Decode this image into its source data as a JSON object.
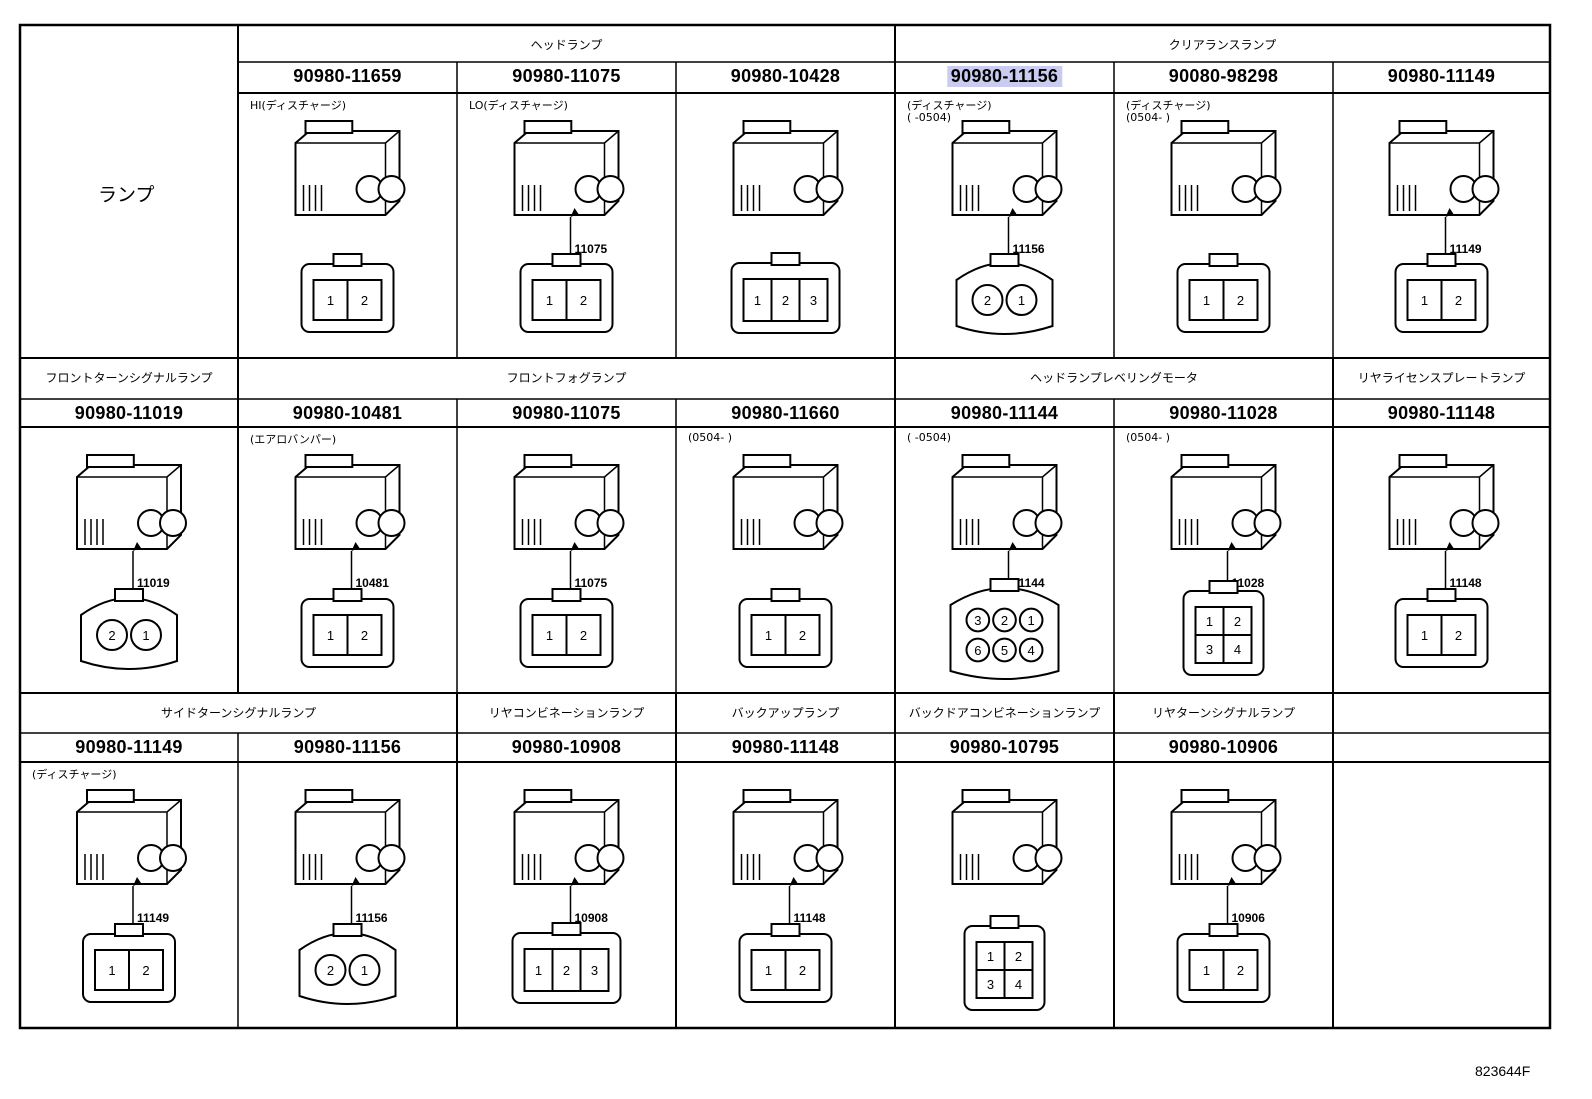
{
  "row_header": "ランプ",
  "rows": [
    {
      "sections": [
        "ヘッドランプ",
        "クリアランスランプ"
      ],
      "cells": [
        {
          "part_number": "90980-11659",
          "note_lines": [
            "HI(ディスチャージ)"
          ],
          "pointer": "",
          "pins": [
            "1",
            "2"
          ]
        },
        {
          "part_number": "90980-11075",
          "note_lines": [
            "LO(ディスチャージ)"
          ],
          "pointer": "11075",
          "pins": [
            "1",
            "2"
          ]
        },
        {
          "part_number": "90980-10428",
          "note_lines": [],
          "pointer": "",
          "pins": [
            "1",
            "2",
            "3"
          ]
        },
        {
          "part_number": "90980-11156",
          "highlighted": true,
          "note_lines": [
            "(ディスチャージ)",
            "(     -0504)"
          ],
          "pointer": "11156",
          "pins": [
            "2",
            "1"
          ]
        },
        {
          "part_number": "90080-98298",
          "note_lines": [
            "(ディスチャージ)",
            "(0504-     )"
          ],
          "pointer": "",
          "pins": [
            "1",
            "2"
          ]
        },
        {
          "part_number": "90980-11149",
          "note_lines": [],
          "pointer": "11149",
          "pins": [
            "1",
            "2"
          ]
        }
      ]
    },
    {
      "sections": [
        "フロントターンシグナルランプ",
        "フロントフォグランプ",
        "ヘッドランプレベリングモータ",
        "リヤライセンスプレートランプ"
      ],
      "cells": [
        {
          "part_number": "90980-11019",
          "note_lines": [],
          "pointer": "11019",
          "pins": [
            "2",
            "1"
          ]
        },
        {
          "part_number": "90980-10481",
          "note_lines": [
            "(エアロバンパー)"
          ],
          "pointer": "10481",
          "pins": [
            "1",
            "2"
          ]
        },
        {
          "part_number": "90980-11075",
          "note_lines": [],
          "pointer": "11075",
          "pins": [
            "1",
            "2"
          ]
        },
        {
          "part_number": "90980-11660",
          "note_lines": [
            "(0504-     )"
          ],
          "pointer": "",
          "pins": [
            "1",
            "2"
          ]
        },
        {
          "part_number": "90980-11144",
          "note_lines": [
            "(     -0504)"
          ],
          "pointer": "11144",
          "pins": [
            "3",
            "2",
            "1",
            "6",
            "5",
            "4"
          ]
        },
        {
          "part_number": "90980-11028",
          "note_lines": [
            "(0504-     )"
          ],
          "pointer": "11028",
          "pins": [
            "1",
            "2",
            "3",
            "4"
          ]
        },
        {
          "part_number": "90980-11148",
          "note_lines": [],
          "pointer": "11148",
          "pins": [
            "1",
            "2"
          ]
        }
      ]
    },
    {
      "sections": [
        "サイドターンシグナルランプ",
        "リヤコンビネーションランプ",
        "バックアップランプ",
        "バックドアコンビネーションランプ",
        "リヤターンシグナルランプ"
      ],
      "cells": [
        {
          "part_number": "90980-11149",
          "note_lines": [
            "(ディスチャージ)"
          ],
          "pointer": "11149",
          "pins": [
            "1",
            "2"
          ]
        },
        {
          "part_number": "90980-11156",
          "note_lines": [],
          "pointer": "11156",
          "pins": [
            "2",
            "1"
          ]
        },
        {
          "part_number": "90980-10908",
          "note_lines": [],
          "pointer": "10908",
          "pins": [
            "1",
            "2",
            "3"
          ]
        },
        {
          "part_number": "90980-11148",
          "note_lines": [],
          "pointer": "11148",
          "pins": [
            "1",
            "2"
          ]
        },
        {
          "part_number": "90980-10795",
          "note_lines": [],
          "pointer": "",
          "pins": [
            "1",
            "2",
            "3",
            "4"
          ]
        },
        {
          "part_number": "90980-10906",
          "note_lines": [],
          "pointer": "10906",
          "pins": [
            "1",
            "2"
          ]
        }
      ]
    }
  ],
  "figure_ref": "823644F"
}
